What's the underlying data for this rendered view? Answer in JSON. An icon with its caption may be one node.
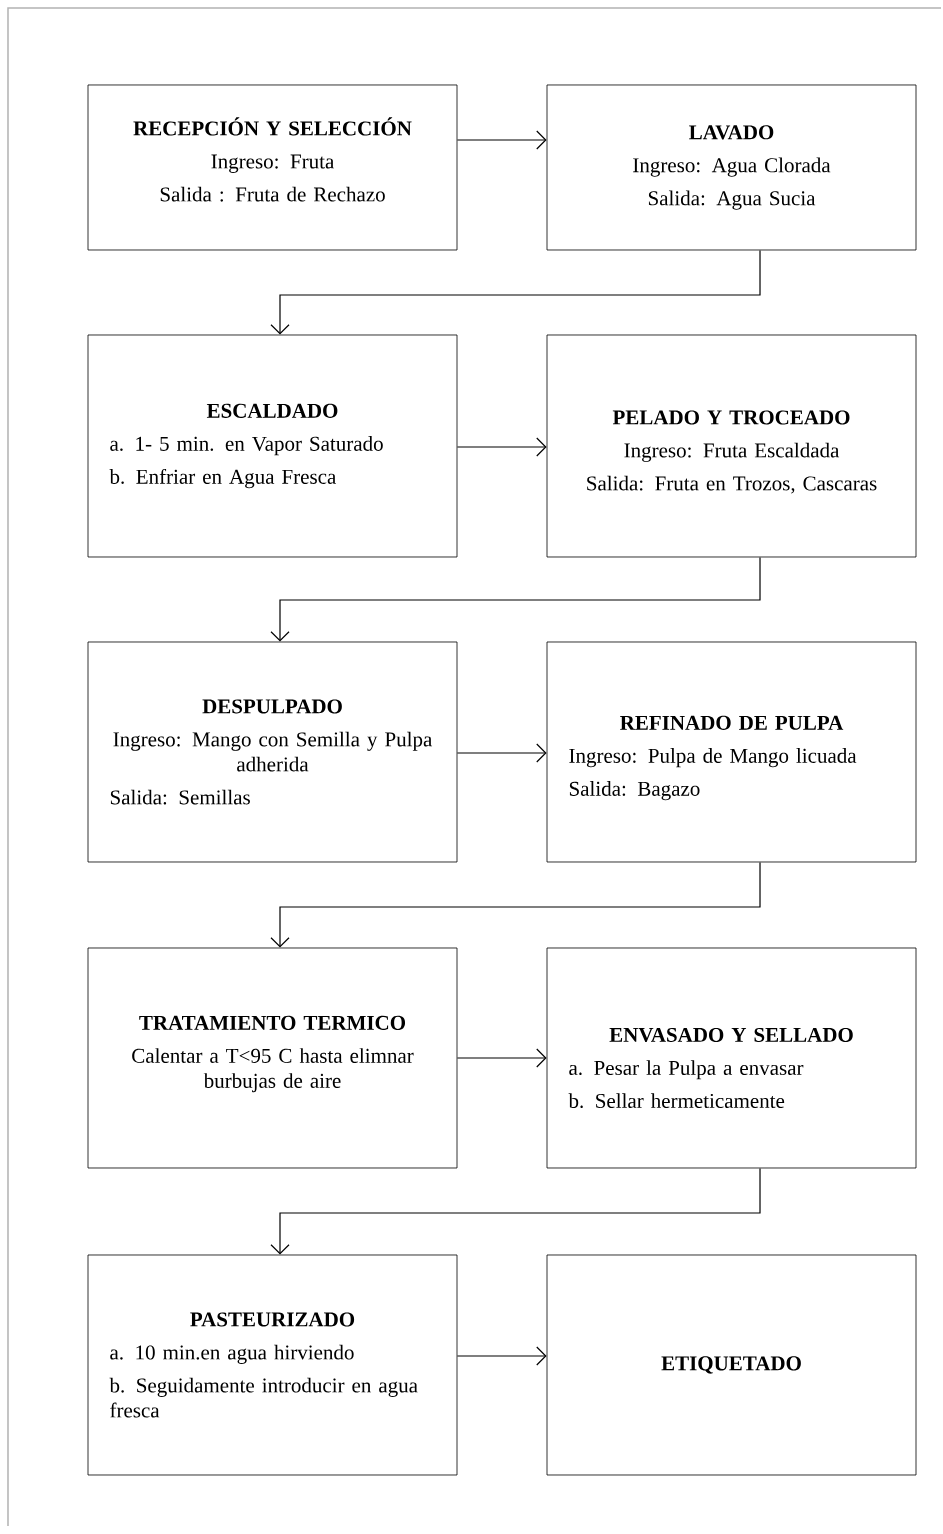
{
  "diagram": {
    "nodes": [
      {
        "text": [
          "RECEPCIÓN Y SELECCIÓN",
          "Ingreso: Fruta",
          "Salida : Fruta de Rechazo"
        ]
      },
      {
        "text": [
          "LAVADO",
          "Ingreso: Agua Clorada",
          "Salida: Agua Sucia"
        ]
      },
      {
        "text": [
          "ESCALDADO",
          "a. 1- 5 min. en Vapor Saturado",
          "b. Enfriar en Agua Fresca"
        ]
      },
      {
        "text": [
          "PELADO Y TROCEADO",
          "Ingreso: Fruta Escaldada",
          "Salida: Fruta en Trozos, Cascaras"
        ]
      },
      {
        "text": [
          "DESPULPADO",
          "Ingreso: Mango con Semilla y Pulpa adherida",
          "Salida: Semillas"
        ]
      },
      {
        "text": [
          "REFINADO DE PULPA",
          "Ingreso: Pulpa de Mango licuada",
          "Salida: Bagazo"
        ]
      },
      {
        "text": [
          "TRATAMIENTO TERMICO",
          "Calentar a T<95 C hasta elimnar burbujas de aire"
        ]
      },
      {
        "text": [
          "ENVASADO Y SELLADO",
          "a. Pesar la Pulpa a envasar",
          "b. Sellar hermeticamente"
        ]
      },
      {
        "text": [
          "PASTEURIZADO",
          "a. 10 min.en agua hirviendo",
          "b. Seguidamente introducir en agua fresca"
        ]
      },
      {
        "text": [
          "ETIQUETADO"
        ]
      }
    ],
    "edges": [
      {
        "from": 0,
        "to": 1,
        "arrow": "to"
      },
      {
        "from": 1,
        "to": 2,
        "arrow": "to"
      },
      {
        "from": 2,
        "to": 3,
        "arrow": "to"
      },
      {
        "from": 3,
        "to": 4,
        "arrow": "to"
      },
      {
        "from": 4,
        "to": 5,
        "arrow": "to"
      },
      {
        "from": 5,
        "to": 6,
        "arrow": "to"
      },
      {
        "from": 6,
        "to": 7,
        "arrow": "to"
      },
      {
        "from": 7,
        "to": 8,
        "arrow": "to"
      },
      {
        "from": 8,
        "to": 9,
        "arrow": "to"
      }
    ]
  }
}
